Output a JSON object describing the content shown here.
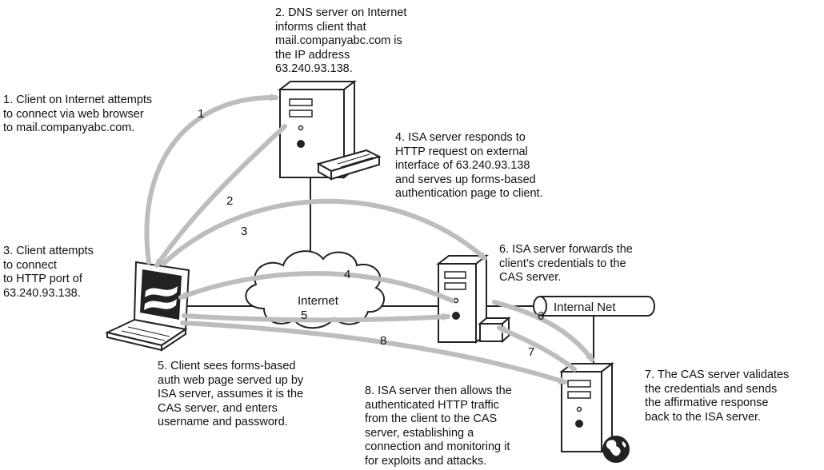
{
  "captions": {
    "step1": "1. Client on Internet attempts\nto connect via web browser\nto mail.companyabc.com.",
    "step2": "2. DNS server on Internet\ninforms client that\nmail.companyabc.com is\nthe IP address\n63.240.93.138.",
    "step3": "3. Client attempts\nto connect\nto HTTP port of\n63.240.93.138.",
    "step4": "4. ISA server responds to\nHTTP request on external\ninterface of 63.240.93.138\nand serves up forms-based\nauthentication page to client.",
    "step5": "5. Client sees forms-based\nauth web page served up by\nISA server, assumes it is the\nCAS server, and enters\nusername and password.",
    "step6": "6.  ISA server forwards the\nclient’s credentials to the\nCAS server.",
    "step7": "7. The CAS server validates\nthe credentials and sends\nthe affirmative response\nback to the ISA server.",
    "step8": "8. ISA server then allows the\nauthenticated HTTP traffic\nfrom the client to the CAS\nserver, establishing a\nconnection and monitoring it\nfor exploits and attacks."
  },
  "labels": {
    "internet": "Internet",
    "internal_net": "Internal Net"
  },
  "arrow_numbers": {
    "n1": "1",
    "n2": "2",
    "n3": "3",
    "n4": "4",
    "n5": "5",
    "n6": "6",
    "n7": "7",
    "n8": "8"
  },
  "nodes": {
    "client": "laptop-icon",
    "dns_server": "server-tower-icon",
    "isa_server": "server-tower-icon",
    "cas_server": "server-tower-icon",
    "globe": "globe-icon",
    "cloud": "cloud-icon",
    "pipe": "pipe-icon"
  },
  "colors": {
    "arrow": "#bdbdbd",
    "line": "#222222",
    "ink": "#111111",
    "face": "#ffffff"
  }
}
